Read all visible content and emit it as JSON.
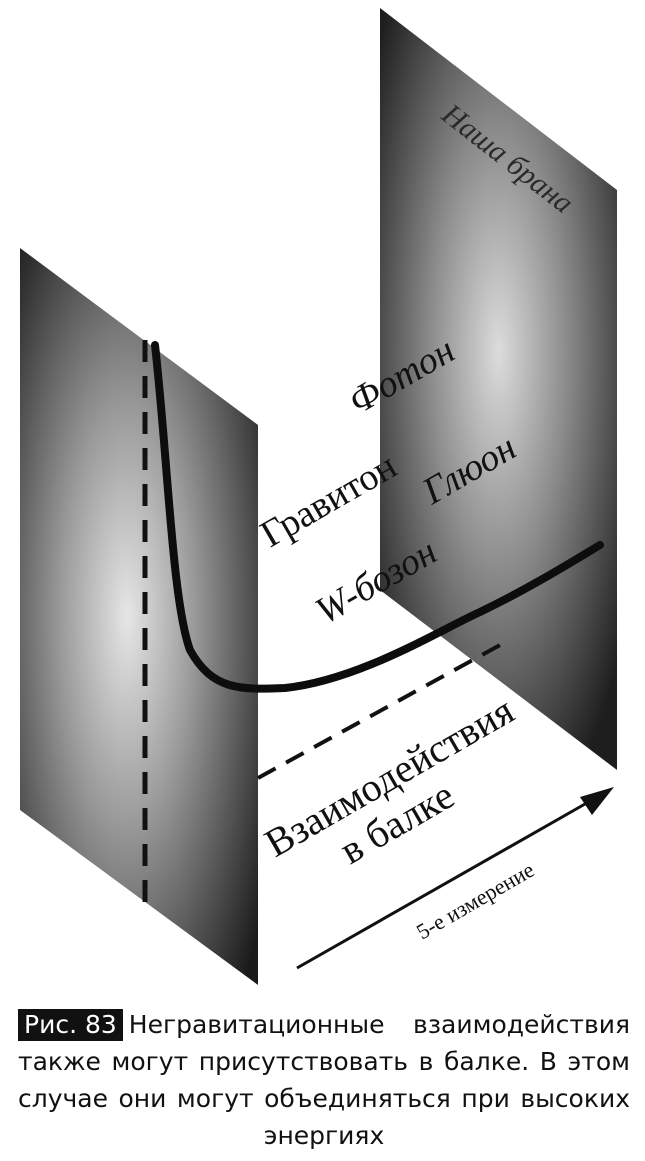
{
  "diagram": {
    "far_brane_label": "Наша брана",
    "string_labels": {
      "photon": "Фотон",
      "graviton": "Гравитон",
      "gluon": "Глюон",
      "w_boson": "W-бозон"
    },
    "bulk_interactions_line1": "Взаимодействия",
    "bulk_interactions_line2": "в балке",
    "axis_label": "5-е измерение"
  },
  "caption": {
    "tag": "Рис. 83",
    "text": "Негравитационные взаимодействия также могут присутствовать в балке. В этом случае они могут объединяться при высоких энергиях"
  }
}
